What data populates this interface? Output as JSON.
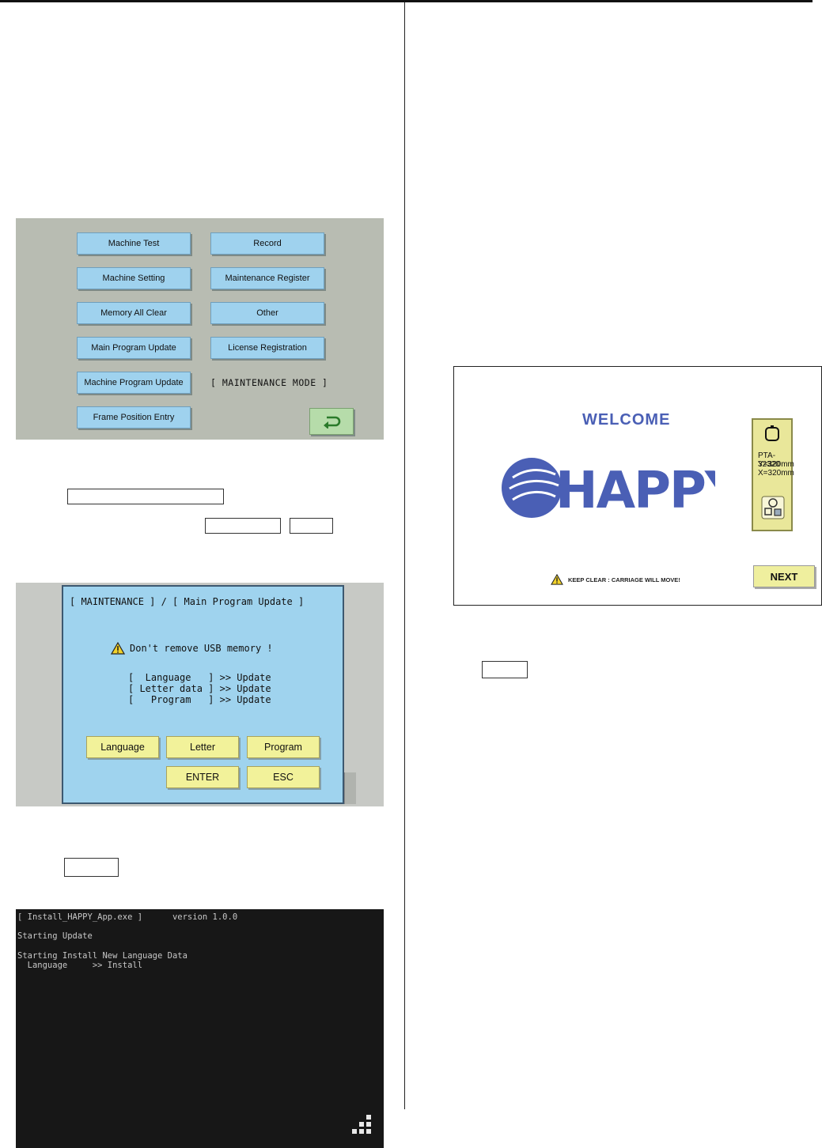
{
  "maintenance_menu": {
    "buttons_left": [
      "Machine Test",
      "Machine Setting",
      "Memory All Clear",
      "Main Program Update",
      "Machine Program Update",
      "Frame Position Entry"
    ],
    "buttons_right": [
      "Record",
      "Maintenance Register",
      "Other",
      "License Registration"
    ],
    "mode_label": "[ MAINTENANCE MODE ]",
    "back_icon": "return-arrow-icon"
  },
  "update_dialog": {
    "title": "[ MAINTENANCE ] / [ Main Program Update ]",
    "warning": "Don't remove USB memory !",
    "status_lines": [
      "[  Language   ] >> Update",
      "[ Letter data ] >> Update",
      "[   Program   ] >> Update"
    ],
    "buttons": {
      "language": "Language",
      "letter": "Letter",
      "program": "Program",
      "enter": "ENTER",
      "esc": "ESC"
    }
  },
  "terminal": {
    "lines": [
      "[ Install_HAPPY_App.exe ]      version 1.0.0",
      "Starting Update",
      "Starting Install New Language Data",
      "  Language     >> Install"
    ]
  },
  "welcome_screen": {
    "title": "WELCOME",
    "logo_text": "HAPPY",
    "frame_info": [
      "PTA-32320",
      "Y=320mm",
      "X=320mm"
    ],
    "warning": "KEEP CLEAR : CARRIAGE WILL MOVE!",
    "next_button": "NEXT"
  },
  "colors": {
    "menu_button": "#9fd2ee",
    "dialog_bg": "#9fd3ee",
    "yellow_button": "#f2f29a",
    "logo_blue": "#4a5fb5"
  }
}
